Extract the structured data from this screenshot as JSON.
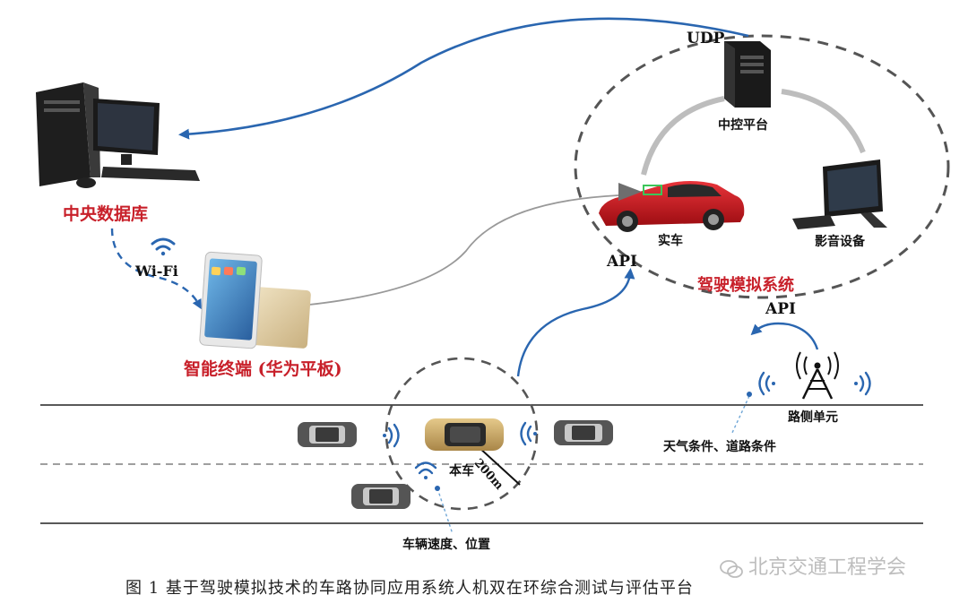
{
  "labels": {
    "central_database": "中央数据库",
    "wifi": "Wi-Fi",
    "smart_terminal": "智能终端 (华为平板)",
    "udp": "UDP",
    "central_control": "中控平台",
    "real_car": "实车",
    "av_device": "影音设备",
    "api_car": "API",
    "sim_system": "驾驶模拟系统",
    "api_rsu": "API",
    "rsu": "路侧单元",
    "weather_road": "天气条件、道路条件",
    "ego_vehicle": "本车",
    "range": "200m",
    "vehicle_info": "车辆速度、位置"
  },
  "caption": "图 1  基于驾驶模拟技术的车路协同应用系统人机双在环综合测试与评估平台",
  "watermark": "北京交通工程学会",
  "colors": {
    "label_red": "#c8202a",
    "arrow_blue": "#2a66b0",
    "dashed_gray": "#555555",
    "road_line": "#222222"
  }
}
